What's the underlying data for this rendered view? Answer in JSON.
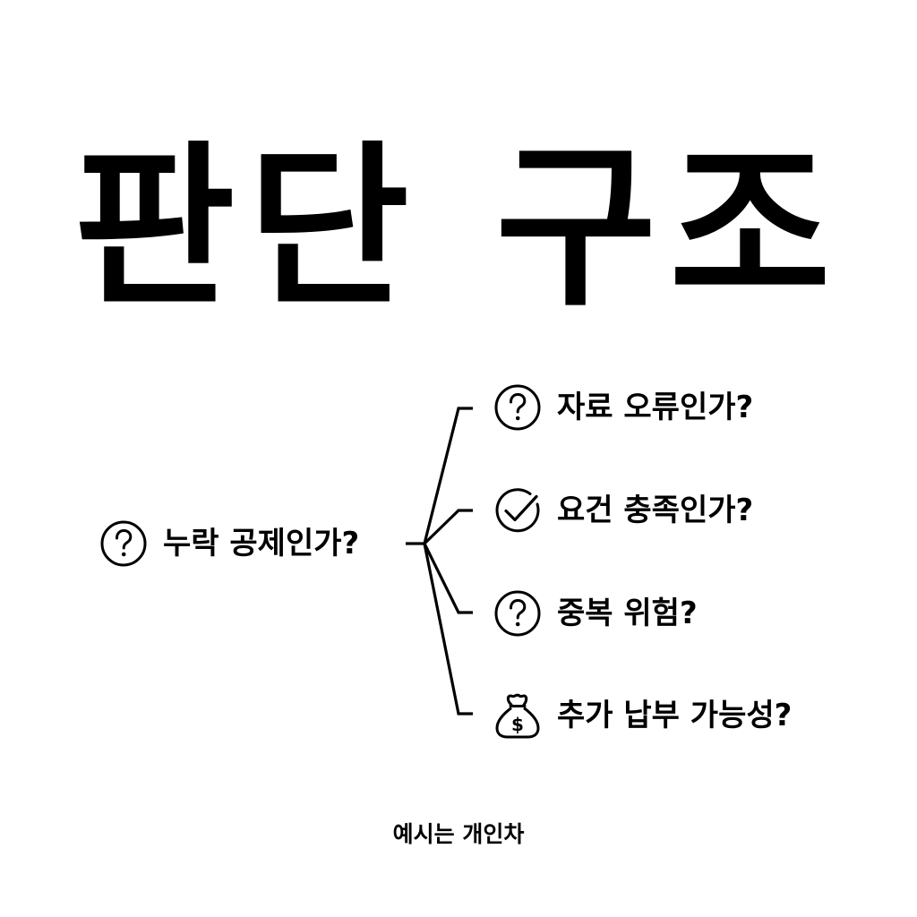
{
  "title": "판단 구조",
  "root": {
    "label": "누락 공제인가?",
    "icon": "question-circle-icon"
  },
  "branches": [
    {
      "label": "자료 오류인가?",
      "icon": "question-circle-icon"
    },
    {
      "label": "요건 충족인가?",
      "icon": "check-circle-icon"
    },
    {
      "label": "중복 위험?",
      "icon": "question-circle-icon"
    },
    {
      "label": "추가 납부 가능성?",
      "icon": "money-bag-icon"
    }
  ],
  "footnote": "예시는 개인차"
}
